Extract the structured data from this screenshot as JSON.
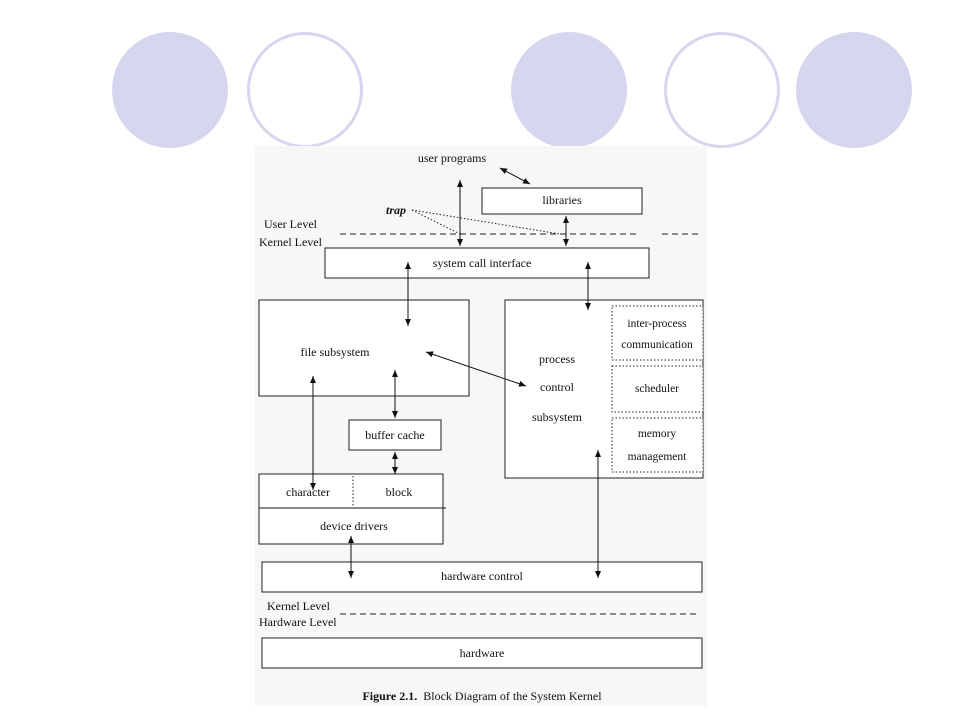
{
  "diagram": {
    "user_programs": "user programs",
    "libraries": "libraries",
    "trap": "trap",
    "user_level": "User Level",
    "kernel_level_top": "Kernel Level",
    "system_call_interface": "system call interface",
    "file_subsystem": "file subsystem",
    "process": "process",
    "control": "control",
    "subsystem": "subsystem",
    "ipc_line1": "inter-process",
    "ipc_line2": "communication",
    "scheduler": "scheduler",
    "memory": "memory",
    "management": "management",
    "buffer_cache": "buffer cache",
    "character": "character",
    "block": "block",
    "device_drivers": "device drivers",
    "hardware_control": "hardware control",
    "kernel_level_bottom": "Kernel Level",
    "hardware_level": "Hardware Level",
    "hardware": "hardware"
  },
  "caption": {
    "label": "Figure 2.1.",
    "text": "Block Diagram of the System Kernel"
  },
  "colors": {
    "decor_circle": "#d6d6ef",
    "background": "#ffffff"
  }
}
